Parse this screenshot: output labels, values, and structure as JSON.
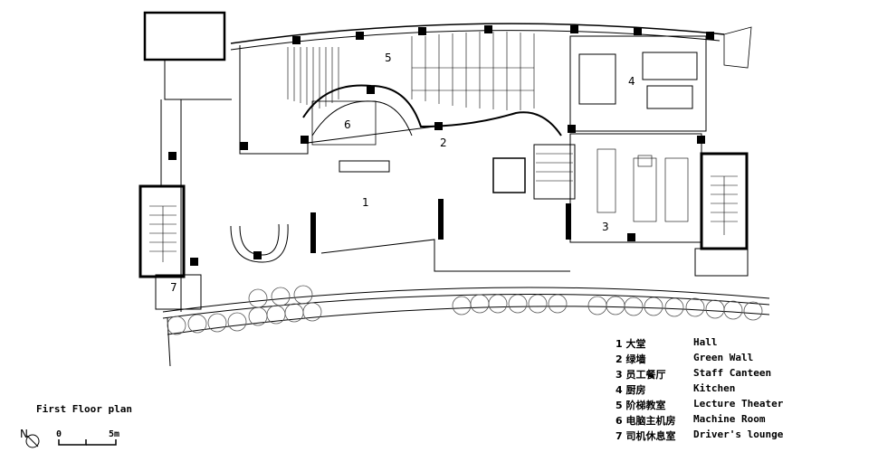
{
  "plan": {
    "title": "First Floor plan",
    "scale_zero": "0",
    "scale_end": "5m",
    "north_label": "N",
    "room_numbers": [
      "1",
      "2",
      "3",
      "4",
      "5",
      "6",
      "7"
    ]
  },
  "legend": [
    {
      "num": "1",
      "zh": "大堂",
      "en": "Hall"
    },
    {
      "num": "2",
      "zh": "绿墙",
      "en": "Green Wall"
    },
    {
      "num": "3",
      "zh": "员工餐厅",
      "en": "Staff Canteen"
    },
    {
      "num": "4",
      "zh": "厨房",
      "en": "Kitchen"
    },
    {
      "num": "5",
      "zh": "阶梯教室",
      "en": "Lecture Theater"
    },
    {
      "num": "6",
      "zh": "电脑主机房",
      "en": "Machine Room"
    },
    {
      "num": "7",
      "zh": "司机休息室",
      "en": "Driver's lounge"
    }
  ]
}
